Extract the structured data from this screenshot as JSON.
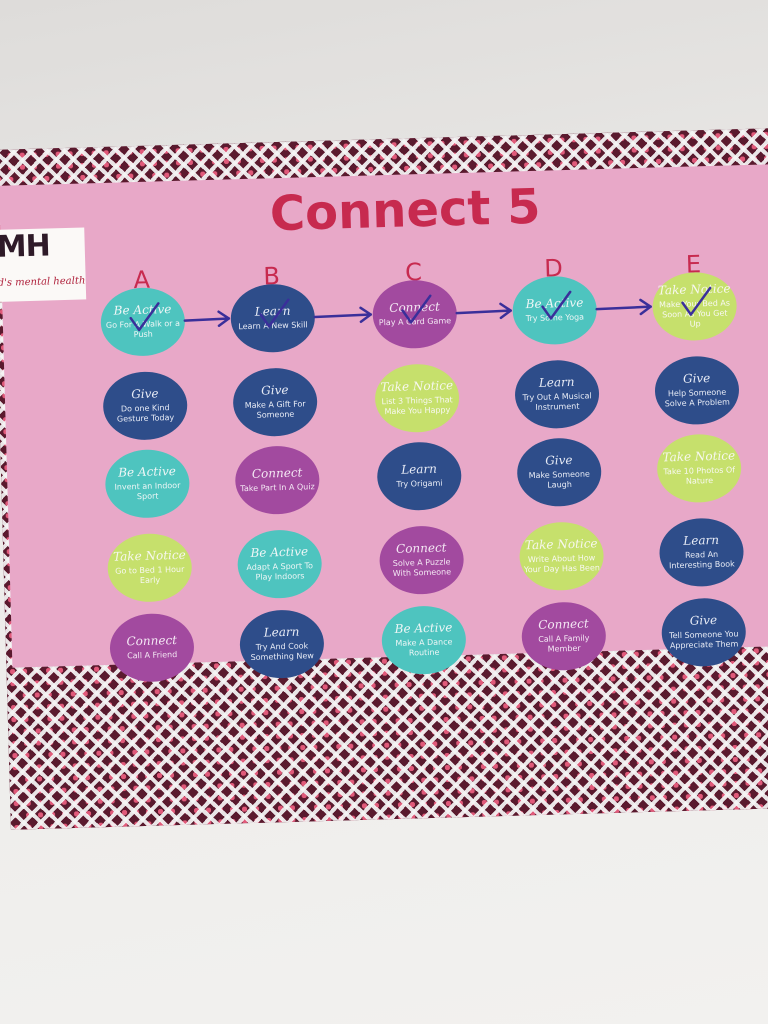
{
  "logo": {
    "text": "MH",
    "subtitle": "d's mental health"
  },
  "title": "Connect 5",
  "columns": [
    "A",
    "B",
    "C",
    "D",
    "E"
  ],
  "rows": [
    [
      {
        "category": "Be Active",
        "activity": "Go For A Walk or a Push",
        "color": "teal",
        "checked": true
      },
      {
        "category": "Learn",
        "activity": "Learn A New Skill",
        "color": "navy",
        "checked": true
      },
      {
        "category": "Connect",
        "activity": "Play A Card Game",
        "color": "purple",
        "checked": true
      },
      {
        "category": "Be Active",
        "activity": "Try Some Yoga",
        "color": "teal",
        "checked": true
      },
      {
        "category": "Take Notice",
        "activity": "Make Your Bed As Soon As You Get Up",
        "color": "lime",
        "checked": true
      }
    ],
    [
      {
        "category": "Give",
        "activity": "Do one Kind Gesture Today",
        "color": "navy",
        "checked": false
      },
      {
        "category": "Give",
        "activity": "Make A Gift For Someone",
        "color": "navy",
        "checked": false
      },
      {
        "category": "Take Notice",
        "activity": "List 3 Things That Make You Happy",
        "color": "lime",
        "checked": false
      },
      {
        "category": "Learn",
        "activity": "Try Out A Musical Instrument",
        "color": "navy",
        "checked": false
      },
      {
        "category": "Give",
        "activity": "Help Someone Solve A Problem",
        "color": "navy",
        "checked": false
      }
    ],
    [
      {
        "category": "Be Active",
        "activity": "Invent an Indoor Sport",
        "color": "teal",
        "checked": false
      },
      {
        "category": "Connect",
        "activity": "Take Part In A Quiz",
        "color": "purple",
        "checked": false
      },
      {
        "category": "Learn",
        "activity": "Try Origami",
        "color": "navy",
        "checked": false
      },
      {
        "category": "Give",
        "activity": "Make Someone Laugh",
        "color": "navy",
        "checked": false
      },
      {
        "category": "Take Notice",
        "activity": "Take 10 Photos Of Nature",
        "color": "lime",
        "checked": false
      }
    ],
    [
      {
        "category": "Take Notice",
        "activity": "Go to Bed 1 Hour Early",
        "color": "lime",
        "checked": false
      },
      {
        "category": "Be Active",
        "activity": "Adapt A Sport To Play Indoors",
        "color": "teal",
        "checked": false
      },
      {
        "category": "Connect",
        "activity": "Solve A Puzzle With Someone",
        "color": "purple",
        "checked": false
      },
      {
        "category": "Take Notice",
        "activity": "Write About How Your Day Has Been",
        "color": "lime",
        "checked": false
      },
      {
        "category": "Learn",
        "activity": "Read An Interesting Book",
        "color": "navy",
        "checked": false
      }
    ],
    [
      {
        "category": "Connect",
        "activity": "Call A Friend",
        "color": "purple",
        "checked": false
      },
      {
        "category": "Learn",
        "activity": "Try And Cook Something New",
        "color": "navy",
        "checked": false
      },
      {
        "category": "Be Active",
        "activity": "Make A Dance Routine",
        "color": "teal",
        "checked": false
      },
      {
        "category": "Connect",
        "activity": "Call A Family Member",
        "color": "purple",
        "checked": false
      },
      {
        "category": "Give",
        "activity": "Tell Someone You Appreciate Them",
        "color": "navy",
        "checked": false
      }
    ]
  ],
  "colors": {
    "teal": "#4ec4bf",
    "navy": "#2e4d8a",
    "purple": "#a24a9f",
    "lime": "#c6e06c",
    "board": "#e8a8c8",
    "title": "#c72a4f",
    "pen": "#3a2f9a"
  }
}
